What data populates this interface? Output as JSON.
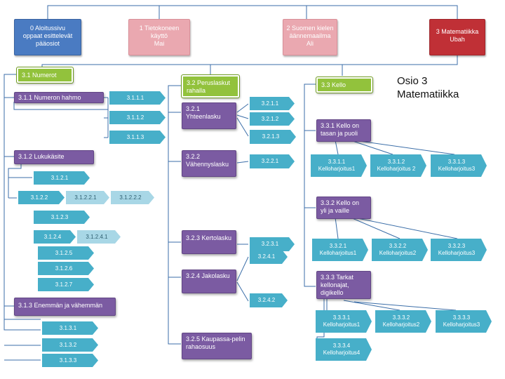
{
  "heading": {
    "line1": "Osio 3",
    "line2": "Matematiikka"
  },
  "top": {
    "n0": {
      "line1": "0 Aloitussivu",
      "line2": "oppaat esittelevät",
      "line3": "pääosiot"
    },
    "n1": {
      "line1": "1 Tietokoneen",
      "line2": "käyttö",
      "line3": "Mai"
    },
    "n2": {
      "line1": "2  Suomen kielen",
      "line2": "äännemaailma",
      "line3": "Ali"
    },
    "n3": {
      "line1": "3 Matematiikka",
      "line2": "Ubah"
    }
  },
  "col1": {
    "title": "3.1 Numerot",
    "s311": "3.1.1 Numeron hahmo",
    "n3111": "3.1.1.1",
    "n3112": "3.1.1.2",
    "n3113": "3.1.1.3",
    "s312": "3.1.2 Lukukäsite",
    "n3121": "3.1.2.1",
    "n3122": "3.1.2.2",
    "n31221": "3.1.2.2.1",
    "n31222": "3.1.2.2.2",
    "n3123": "3.1.2.3",
    "n3124": "3.1.2.4",
    "n31241": "3.1.2.4.1",
    "n3125": "3.1.2.5",
    "n3126": "3.1.2.6",
    "n3127": "3.1.2.7",
    "s313": "3.1.3 Enemmän ja vähemmän",
    "n3131": "3.1.3.1",
    "n3132": "3.1.3.2",
    "n3133": "3.1.3.3"
  },
  "col2": {
    "title": "3.2 Peruslaskut rahalla",
    "s321": "3.2.1 Yhteenlasku",
    "n3211": "3.2.1.1",
    "n3212": "3.2.1.2",
    "n3213": "3.2.1.3",
    "s322": "3.2.2 Vähennyslasku",
    "n3221": "3.2.2.1",
    "s323": "3.2.3 Kertolasku",
    "n3231": "3.2.3.1",
    "s324": "3.2.4 Jakolasku",
    "n3241": "3.2.4.1",
    "n3242": "3.2.4.2",
    "s325": "3.2.5 Kaupassa-pelin rahaosuus"
  },
  "col3": {
    "title": "3.3 Kello",
    "s331": "3.3.1 Kello on tasan ja puoli",
    "s332": "3.3.2 Kello on yli ja vaille",
    "s333": "3.3.3 Tarkat kellonajat, digikello",
    "exercises": [
      {
        "id": "3.3.1.1",
        "label": "Kelloharjoitus1"
      },
      {
        "id": "3.3.1.2",
        "label": "Kelloharjoitus 2"
      },
      {
        "id": "3.3.1.3",
        "label": "Kelloharjoitus3"
      },
      {
        "id": "3.3.2.1",
        "label": "Kelloharjoitus1"
      },
      {
        "id": "3.3.2.2",
        "label": "Kelloharjoitus2"
      },
      {
        "id": "3.3.2.3",
        "label": "Kelloharjoitus3"
      },
      {
        "id": "3.3.3.1",
        "label": "Kelloharjoitus1"
      },
      {
        "id": "3.3.3.2",
        "label": "Kelloharjoitus2"
      },
      {
        "id": "3.3.3.3",
        "label": "Kelloharjoitus3"
      },
      {
        "id": "3.3.3.4",
        "label": "Kelloharjoitus4"
      }
    ]
  },
  "colors": {
    "top_blue": "#4a7bc2",
    "top_pink": "#eaa8b0",
    "top_red": "#c03036",
    "green": "#92c23c",
    "purple": "#7b5ba2",
    "teal": "#47afc9",
    "line": "#3b6ea8"
  }
}
